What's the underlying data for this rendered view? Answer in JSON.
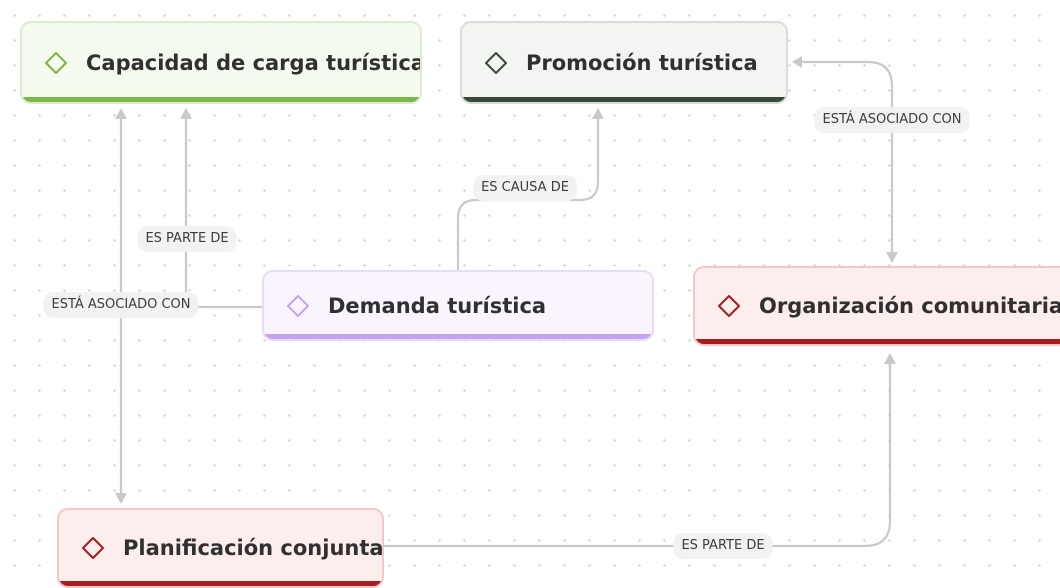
{
  "nodes": {
    "capacidad": {
      "label": "Capacidad de carga turística",
      "color": "#7bb748"
    },
    "promocion": {
      "label": "Promoción turística",
      "color": "#3a4a38"
    },
    "demanda": {
      "label": "Demanda turística",
      "color": "#c5a3f0"
    },
    "organizacion": {
      "label": "Organización comunitaria",
      "color": "#a51d1d"
    },
    "planificacion": {
      "label": "Planificación conjunta",
      "color": "#a51d1d"
    }
  },
  "edges": [
    {
      "from": "Demanda turística",
      "to": "Promoción turística",
      "label": "ES CAUSA DE"
    },
    {
      "from": "Organización comunitaria",
      "to": "Promoción turística",
      "label": "ESTÁ ASOCIADO CON"
    },
    {
      "from": "Demanda turística",
      "to": "Capacidad de carga turística",
      "label": "ES PARTE DE"
    },
    {
      "from": "Capacidad de carga turística",
      "to": "Planificación conjunta",
      "label": "ESTÁ ASOCIADO CON"
    },
    {
      "from": "Planificación conjunta",
      "to": "Organización comunitaria",
      "label": "ES PARTE DE"
    }
  ],
  "icons": {
    "node_icon": "diamond-icon"
  }
}
